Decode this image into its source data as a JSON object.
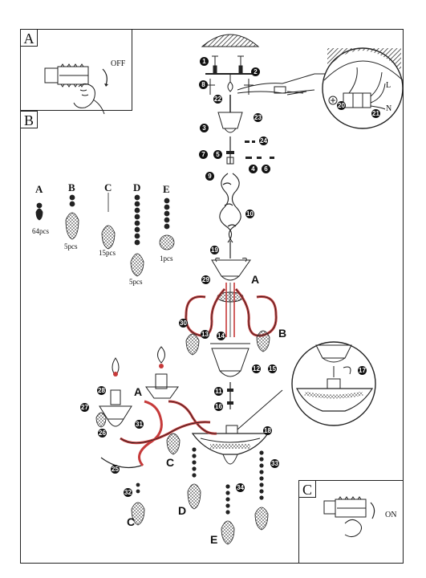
{
  "panels": {
    "a": {
      "label": "A",
      "switch_text": "OFF"
    },
    "b": {
      "label": "B"
    },
    "c": {
      "label": "C",
      "switch_text": "ON"
    }
  },
  "wiring": {
    "live": "L",
    "neutral": "N"
  },
  "crystals": [
    {
      "letter": "A",
      "qty": "64pcs"
    },
    {
      "letter": "B",
      "qty": "5pcs"
    },
    {
      "letter": "C",
      "qty": "15pcs"
    },
    {
      "letter": "D",
      "qty": "5pcs"
    },
    {
      "letter": "E",
      "qty": "1pcs"
    }
  ],
  "callouts": [
    "1",
    "2",
    "3",
    "4",
    "5",
    "6",
    "7",
    "8",
    "9",
    "10",
    "11",
    "12",
    "13",
    "14",
    "15",
    "16",
    "17",
    "18",
    "19",
    "20",
    "21",
    "22",
    "23",
    "24",
    "25",
    "26",
    "27",
    "28",
    "29",
    "30",
    "31",
    "32",
    "33",
    "34"
  ],
  "part_letters": {
    "a1": "A",
    "a2": "A",
    "b": "B",
    "c1": "C",
    "c2": "C",
    "d": "D",
    "e": "E"
  }
}
